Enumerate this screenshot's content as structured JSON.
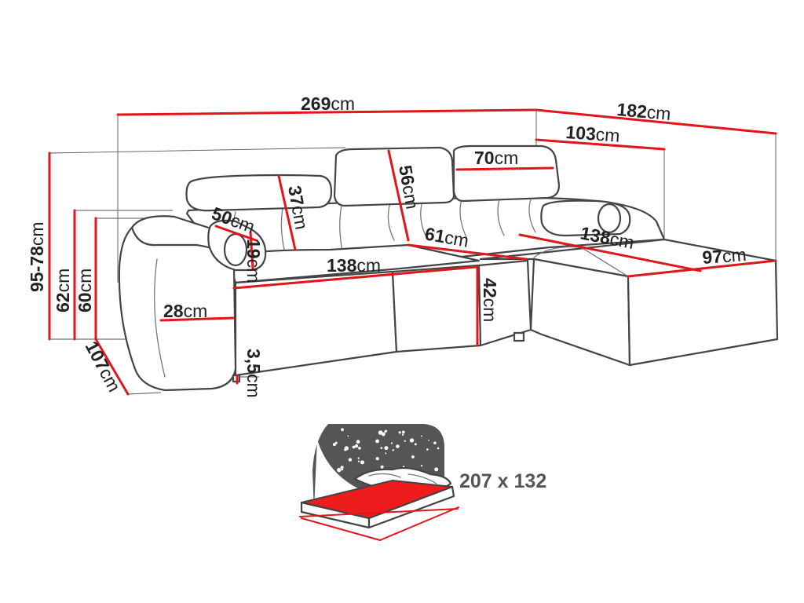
{
  "colors": {
    "dimension_line": "#e0161b",
    "outline": "#444444",
    "text": "#222222",
    "bed_night_panel": "#555555",
    "mattress_top": "#ee1c1c"
  },
  "units": {
    "cm": "cm"
  },
  "dimensions": {
    "total_width": "269",
    "chaise_depth": "182",
    "chaise_inner": "103",
    "headrest_width": "70",
    "headrest_height": "56",
    "cushion_height": "37",
    "bolster_width": "50",
    "bolster_height": "19",
    "seat_width": "138",
    "seat_depth": "61",
    "chaise_length": "138",
    "chaise_width": "97",
    "seat_height": "42",
    "arm_width": "28",
    "leg_height": "3,5",
    "height_range": "95-78",
    "back_height_62": "62",
    "back_height_60": "60",
    "depth": "107"
  },
  "bed": {
    "size_label": "207 x 132"
  }
}
